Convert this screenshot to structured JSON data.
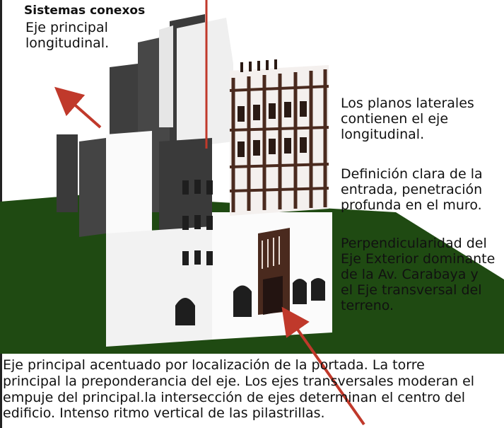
{
  "title": "Sistemas conexos",
  "subtitle_lines": [
    "Eje principal",
    "longitudinal."
  ],
  "note_lateral_lines": [
    "Los planos laterales",
    "contienen el eje",
    "longitudinal."
  ],
  "note_entrance_lines": [
    "Definición clara de la",
    "entrada, penetración",
    "profunda en el muro."
  ],
  "note_perpendicular_lines": [
    "Perpendicularidad del",
    "Eje Exterior dominante",
    "de la Av. Carabaya y",
    "el Eje transversal del",
    "terreno."
  ],
  "caption_lines": [
    "Eje principal acentuado por localización de la portada. La torre",
    "principal la preponderancia del eje. Los ejes transversales moderan el",
    "empuje del principal.la intersección de ejes determinan el centro del",
    "edificio. Intenso ritmo vertical de las pilastrillas."
  ],
  "colors": {
    "arrow": "#c0392b",
    "ground": "#1f4a12",
    "wall_shadow": "#3c3c3c",
    "wall_light": "#f7f7f7",
    "facade_brown": "#4a2a1e"
  }
}
